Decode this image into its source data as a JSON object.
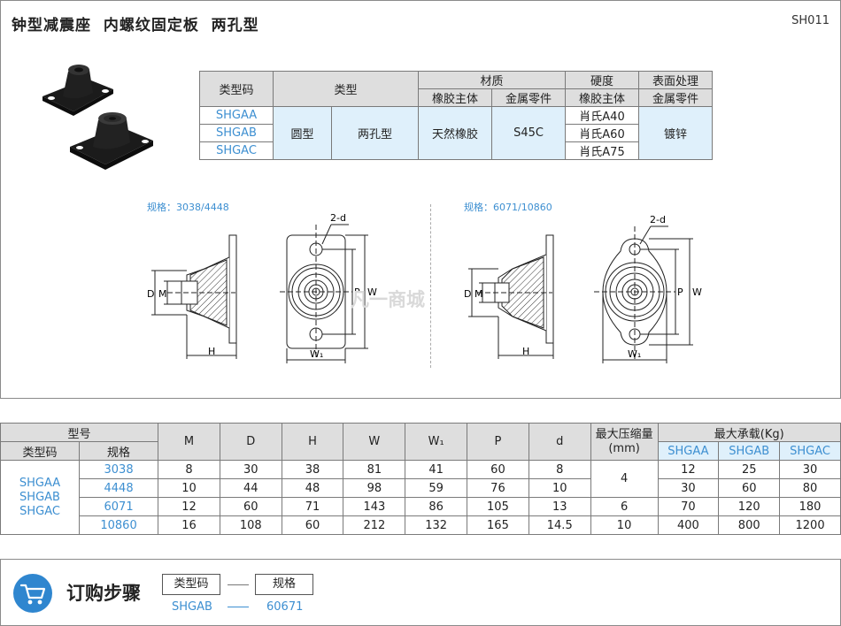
{
  "header": {
    "title": "钟型减震座  内螺纹固定板  两孔型",
    "code": "SH011"
  },
  "type_table": {
    "h_type_code": "类型码",
    "h_type": "类型",
    "h_material": "材质",
    "h_hardness": "硬度",
    "h_surface": "表面处理",
    "h_rubber": "橡胶主体",
    "h_metal": "金属零件",
    "h_hard_sub": "橡胶主体",
    "h_surf_sub": "金属零件",
    "codes": [
      "SHGAA",
      "SHGAB",
      "SHGAC"
    ],
    "shape": "圆型",
    "holes": "两孔型",
    "rubber": "天然橡胶",
    "metal": "S45C",
    "hardness": [
      "肖氏A40",
      "肖氏A60",
      "肖氏A75"
    ],
    "surface": "镀锌"
  },
  "drawings": {
    "left_spec": "规格：3038/4448",
    "right_spec": "规格：6071/10860",
    "lbl_2d": "2-d",
    "lbl_D": "D",
    "lbl_M": "M",
    "lbl_H": "H",
    "lbl_P": "P",
    "lbl_W": "W",
    "lbl_W1": "W₁",
    "watermark": "凡一商城"
  },
  "spec_table": {
    "h_model": "型号",
    "h_type_code": "类型码",
    "h_spec": "规格",
    "h_M": "M",
    "h_D": "D",
    "h_H": "H",
    "h_W": "W",
    "h_W1": "W₁",
    "h_P": "P",
    "h_d": "d",
    "h_comp": "最大压缩量",
    "h_comp_unit": "(mm)",
    "h_load": "最大承载(Kg)",
    "load_cols": [
      "SHGAA",
      "SHGAB",
      "SHGAC"
    ],
    "type_codes": [
      "SHGAA",
      "SHGAB",
      "SHGAC"
    ],
    "rows": [
      {
        "spec": "3038",
        "M": "8",
        "D": "30",
        "H": "38",
        "W": "81",
        "W1": "41",
        "P": "60",
        "d": "8",
        "loads": [
          "12",
          "25",
          "30"
        ]
      },
      {
        "spec": "4448",
        "M": "10",
        "D": "44",
        "H": "48",
        "W": "98",
        "W1": "59",
        "P": "76",
        "d": "10",
        "loads": [
          "30",
          "60",
          "80"
        ]
      },
      {
        "spec": "6071",
        "M": "12",
        "D": "60",
        "H": "71",
        "W": "143",
        "W1": "86",
        "P": "105",
        "d": "13",
        "comp": "6",
        "loads": [
          "70",
          "120",
          "180"
        ]
      },
      {
        "spec": "10860",
        "M": "16",
        "D": "108",
        "H": "60",
        "W": "212",
        "W1": "132",
        "P": "165",
        "d": "14.5",
        "comp": "10",
        "loads": [
          "400",
          "800",
          "1200"
        ]
      }
    ],
    "comp_merged": "4"
  },
  "order": {
    "title": "订购步骤",
    "box1": "类型码",
    "box2": "规格",
    "val1": "SHGAB",
    "val2": "60671"
  }
}
